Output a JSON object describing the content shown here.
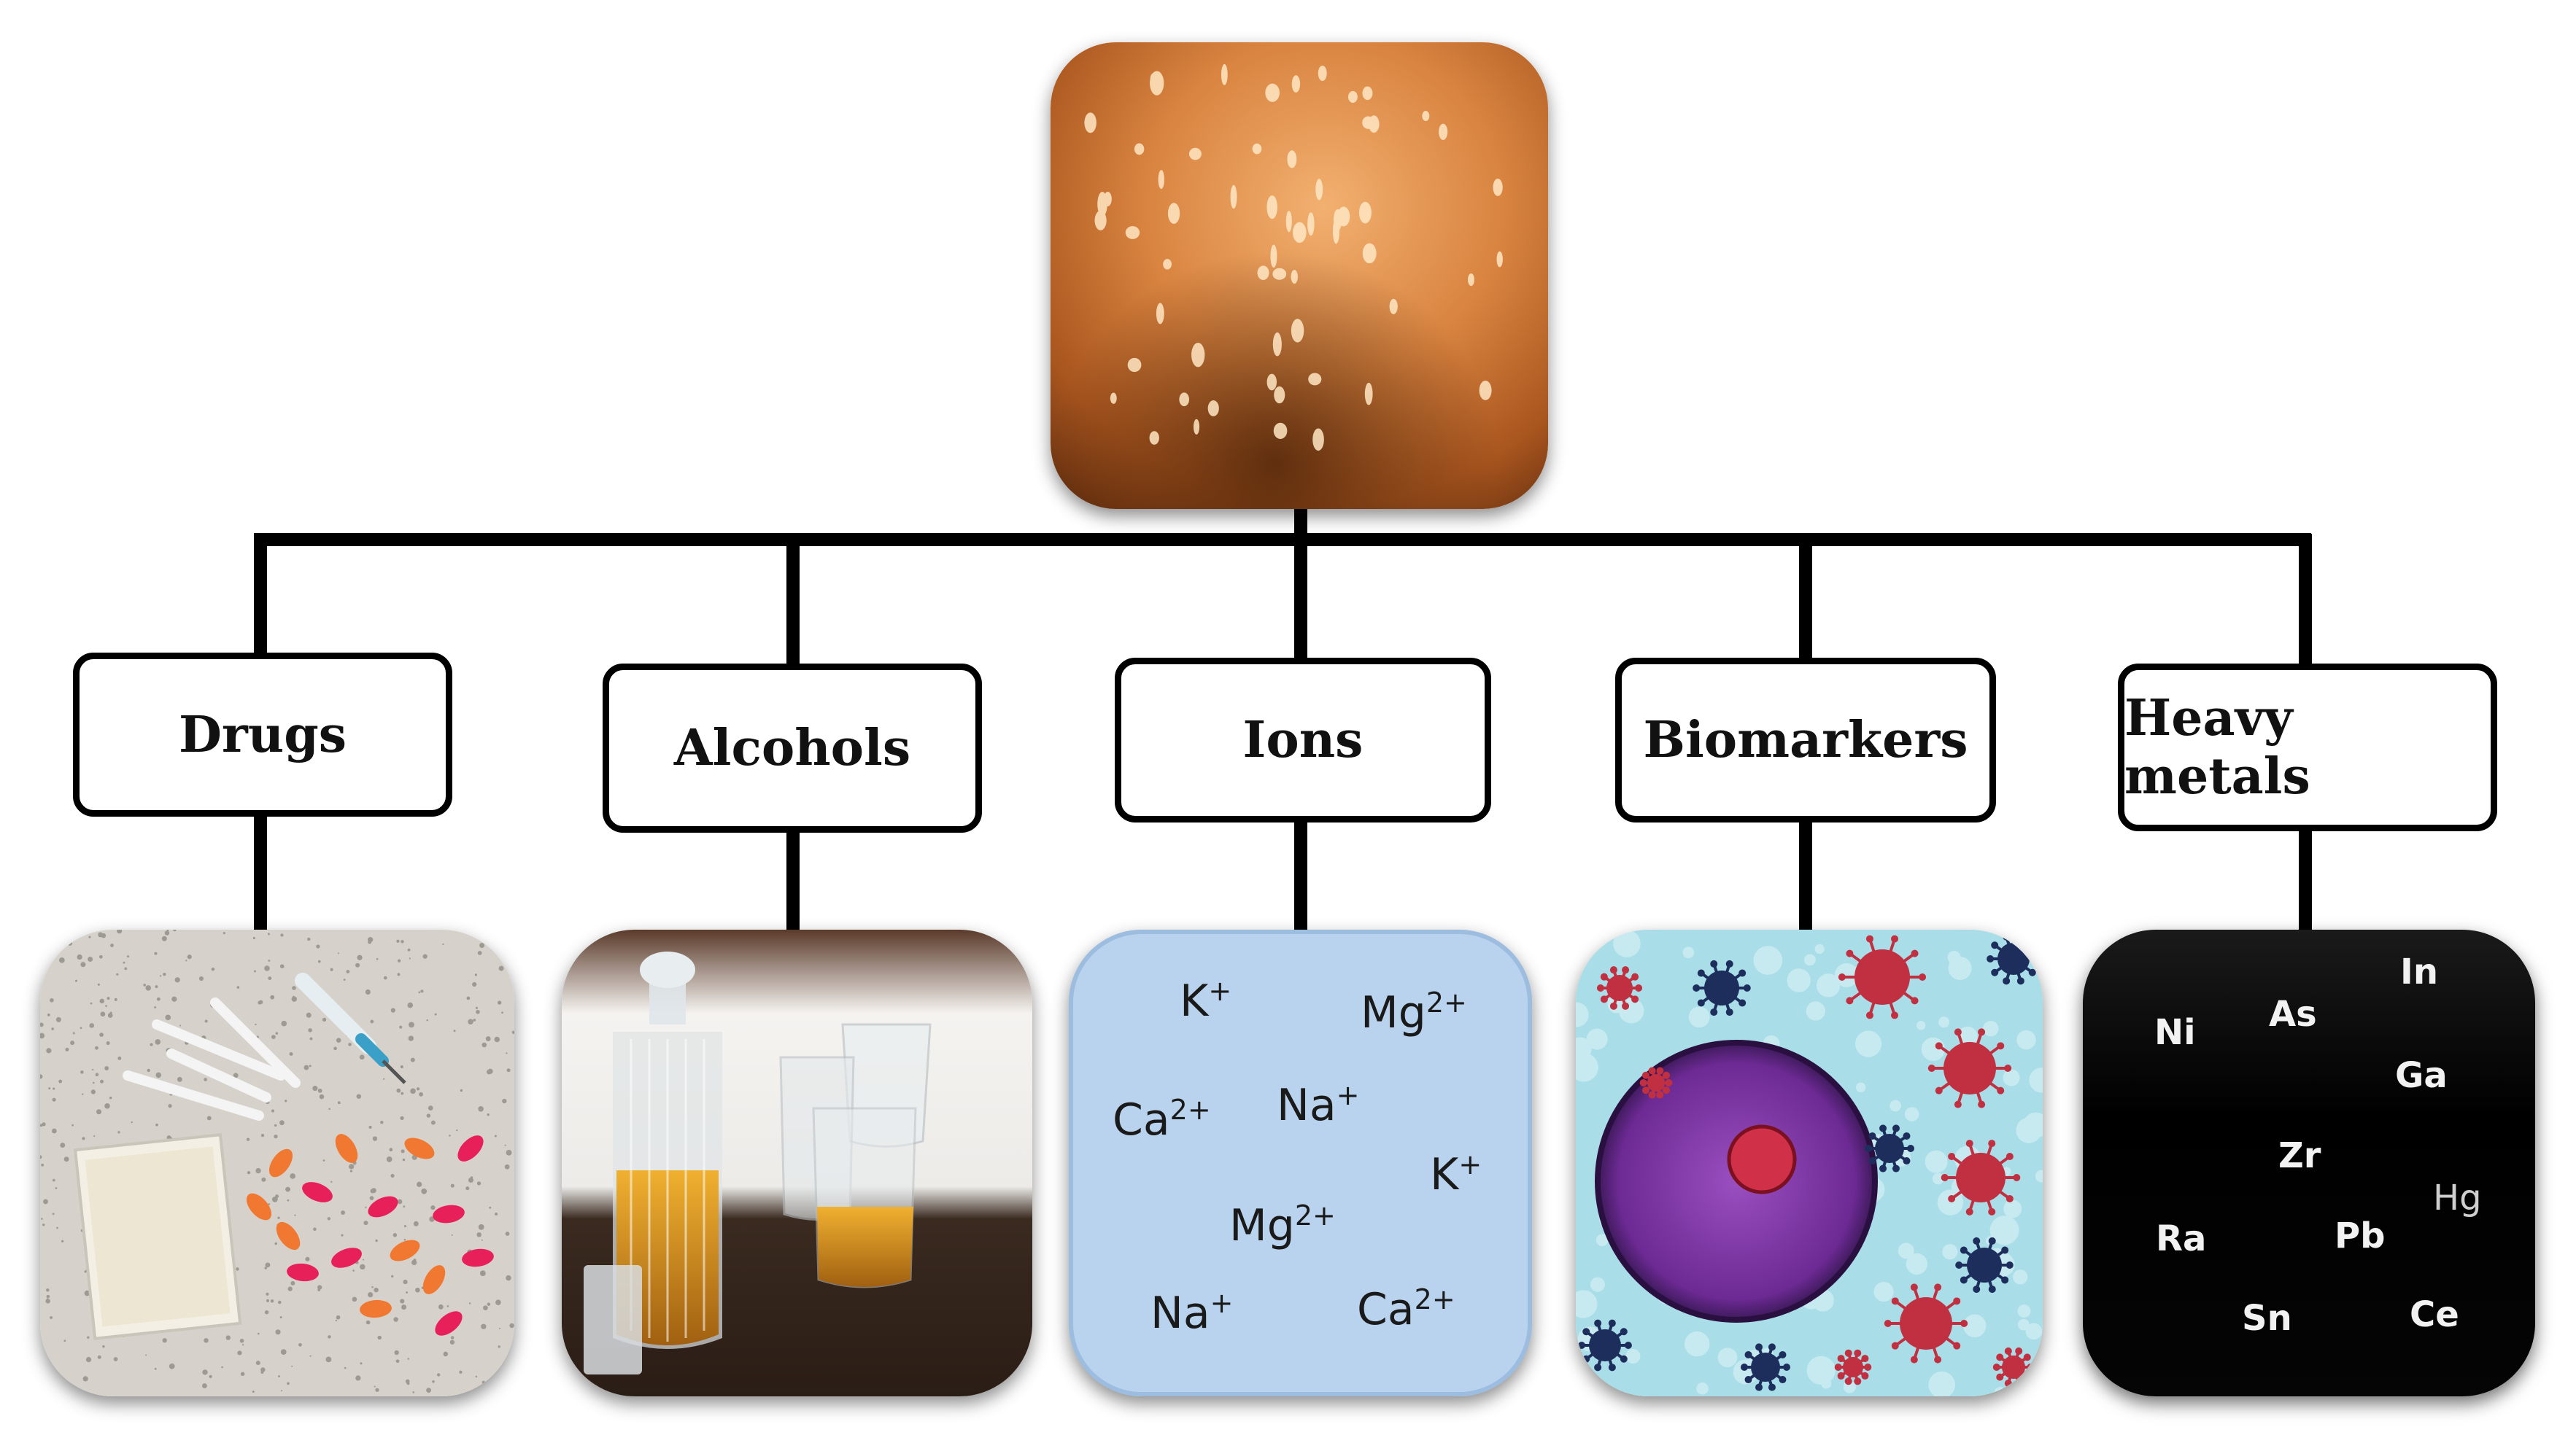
{
  "root": {
    "icon": "sweat-skin-image"
  },
  "categories": [
    {
      "label": "Drugs",
      "icon": "drugs-pills-photo"
    },
    {
      "label": "Alcohols",
      "icon": "alcohol-decanter-photo"
    },
    {
      "label": "Ions",
      "icon": "ions-panel",
      "ions": [
        {
          "sym": "K",
          "charge": "+"
        },
        {
          "sym": "Mg",
          "charge": "2+"
        },
        {
          "sym": "Ca",
          "charge": "2+"
        },
        {
          "sym": "Na",
          "charge": "+"
        },
        {
          "sym": "K",
          "charge": "+"
        },
        {
          "sym": "Mg",
          "charge": "2+"
        },
        {
          "sym": "Na",
          "charge": "+"
        },
        {
          "sym": "Ca",
          "charge": "2+"
        }
      ]
    },
    {
      "label": "Biomarkers",
      "icon": "biomarkers-cell-illustration"
    },
    {
      "label": "Heavy metals",
      "icon": "heavy-metals-panel",
      "metals": [
        "In",
        "Ni",
        "As",
        "Ga",
        "Zr",
        "Hg",
        "Ra",
        "Pb",
        "Sn",
        "Ce"
      ]
    }
  ],
  "colors": {
    "line": "#000000",
    "ions_bg": "#b9d3ee",
    "metals_bg": "#0a0a0a",
    "biomarker_bg": "#a9dde8",
    "virus": "#c03040",
    "dark_virus": "#1d2e5c",
    "cell": "#7a3a9a"
  }
}
